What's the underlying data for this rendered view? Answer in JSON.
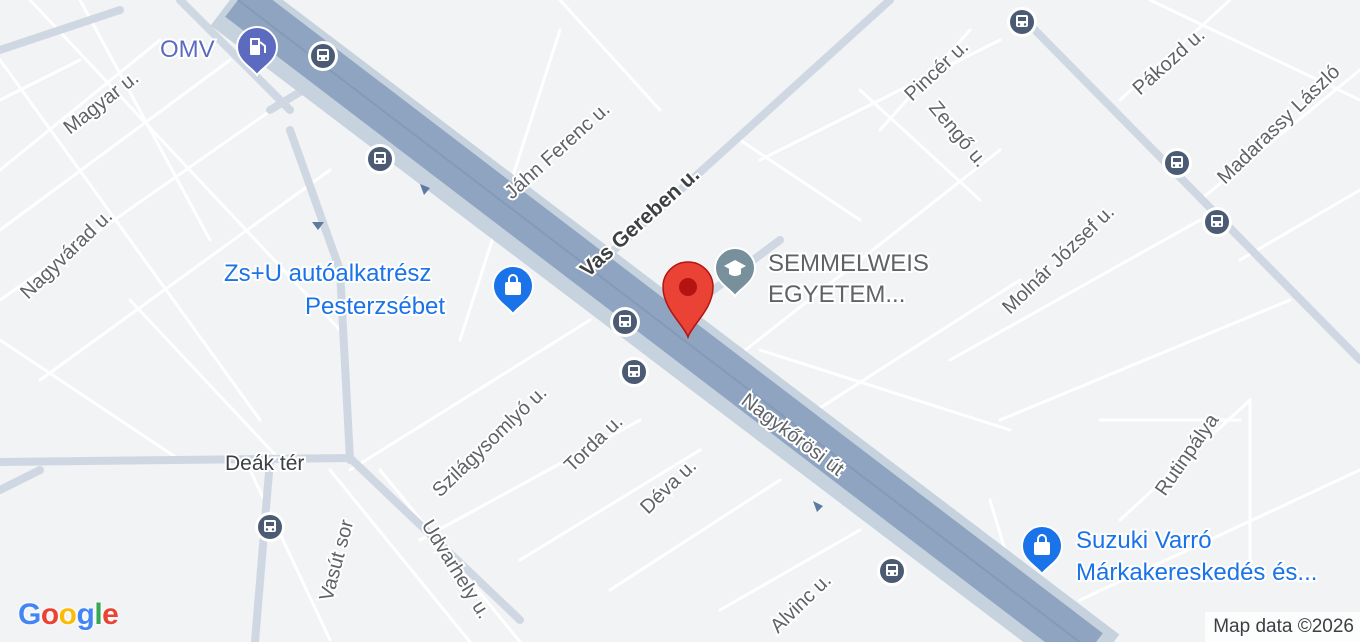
{
  "map": {
    "pin_color": "#ea4335",
    "route_color": "#8ea4c0",
    "poi": {
      "omv": {
        "label": "OMV",
        "icon": "gas-station-icon",
        "color": "#5c6bc0"
      },
      "zsu": {
        "label_line1": "Zs+U autóalkatrész",
        "label_line2": "Pesterzsébet",
        "icon": "shopping-bag-icon",
        "color": "#1a73e8"
      },
      "semmelweis": {
        "label_line1": "SEMMELWEIS",
        "label_line2": "EGYETEM...",
        "icon": "graduation-cap-icon",
        "color": "#5f6368"
      },
      "suzuki": {
        "label_line1": "Suzuki Varró",
        "label_line2": "Márkakereskedés és...",
        "icon": "shopping-bag-icon",
        "color": "#1a73e8"
      }
    },
    "streets": {
      "magyar": "Magyar u.",
      "nagyvarad": "Nagyvárad u.",
      "jahn_ferenc": "Jáhn Ferenc u.",
      "vas_gereben": "Vas Gereben u.",
      "pincer": "Pincér u.",
      "zengo": "Zengő u.",
      "pakozd": "Pákozd u.",
      "madarassy": "Madarassy László",
      "molnar_jozsef": "Molnár József u.",
      "nagykorosi": "Nagykőrösi út",
      "rutinpalya": "Rutinpálya",
      "szilagysomlyo": "Szilágysomlyó u.",
      "torda": "Torda u.",
      "deva": "Déva u.",
      "vasut_sor": "Vasút sor",
      "udvarhely": "Udvarhely u.",
      "alvinc": "Alvinc u."
    },
    "places": {
      "deak_ter": "Deák tér"
    }
  },
  "branding": {
    "logo": "Google",
    "attribution": "Map data ©2026"
  }
}
